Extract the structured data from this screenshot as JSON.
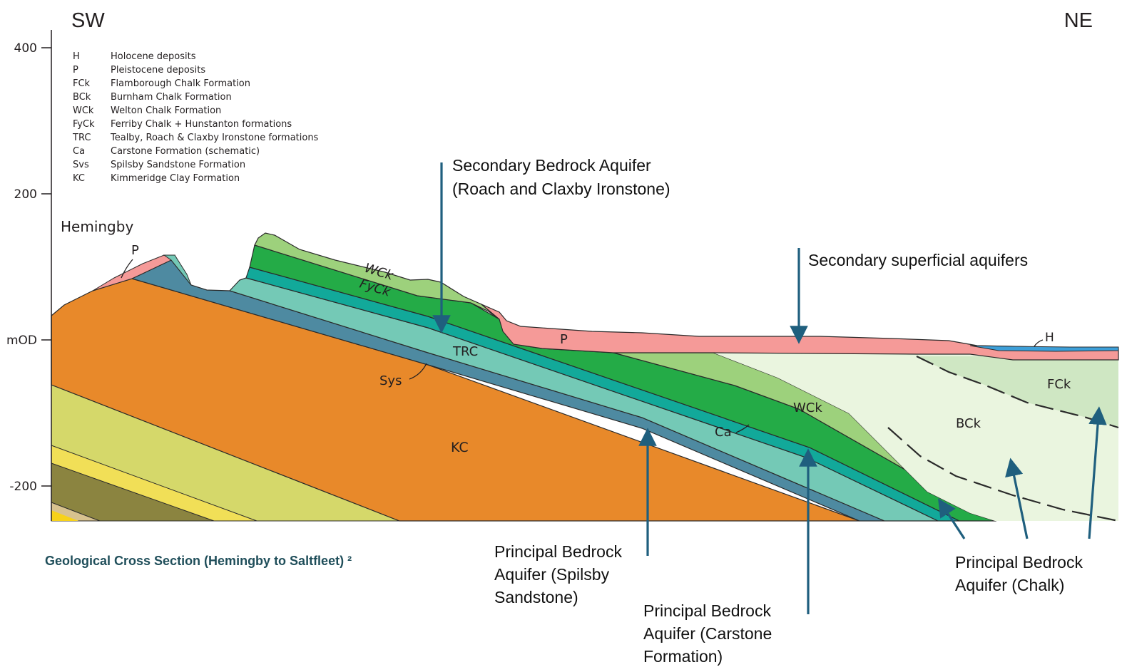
{
  "orientation": {
    "left": "SW",
    "right": "NE"
  },
  "y_axis": {
    "ticks": [
      {
        "value": 400,
        "label": "400"
      },
      {
        "value": 200,
        "label": "200"
      },
      {
        "value": 0,
        "label": "mOD"
      },
      {
        "value": -200,
        "label": "-200"
      }
    ]
  },
  "place_label": "Hemingby",
  "legend": [
    {
      "code": "H",
      "name": "Holocene deposits"
    },
    {
      "code": "P",
      "name": "Pleistocene deposits"
    },
    {
      "code": "FCk",
      "name": "Flamborough Chalk Formation"
    },
    {
      "code": "BCk",
      "name": "Burnham Chalk Formation"
    },
    {
      "code": "WCk",
      "name": "Welton Chalk Formation"
    },
    {
      "code": "FyCk",
      "name": "Ferriby Chalk + Hunstanton formations"
    },
    {
      "code": "TRC",
      "name": "Tealby, Roach & Claxby Ironstone formations"
    },
    {
      "code": "Ca",
      "name": "Carstone Formation (schematic)"
    },
    {
      "code": "Svs",
      "name": "Spilsby Sandstone Formation"
    },
    {
      "code": "KC",
      "name": "Kimmeridge Clay Formation"
    }
  ],
  "unit_labels": {
    "p_left": "P",
    "wck_upper": "WCk",
    "fyck_upper": "FyCk",
    "trc": "TRC",
    "sys": "Sys",
    "kc": "KC",
    "p_mid": "P",
    "wck_lower": "WCk",
    "ca": "Ca",
    "bck": "BCk",
    "fck": "FCk",
    "h": "H"
  },
  "annotations": {
    "secondary_bedrock": [
      "Secondary Bedrock Aquifer",
      "(Roach and Claxby Ironstone)"
    ],
    "secondary_superficial": [
      "Secondary superficial aquifers"
    ],
    "principal_spilsby": [
      "Principal Bedrock",
      "Aquifer (Spilsby",
      "Sandstone)"
    ],
    "principal_carstone": [
      "Principal Bedrock",
      "Aquifer (Carstone",
      "Formation)"
    ],
    "principal_chalk": [
      "Principal Bedrock",
      "Aquifer (Chalk)"
    ]
  },
  "caption": "Geological Cross Section (Hemingby to Saltfleet) ²",
  "colors": {
    "kc": "#e8892a",
    "sys": "#4e8aa1",
    "trc": "#74c9b6",
    "ca": "#12a99a",
    "fyck": "#24ab47",
    "wck": "#9dd17c",
    "bck": "#eaf5df",
    "fck": "#cfe7c3",
    "pleistocene": "#f59a98",
    "holocene": "#3d9fd8",
    "arrow": "#1f5f7e"
  }
}
